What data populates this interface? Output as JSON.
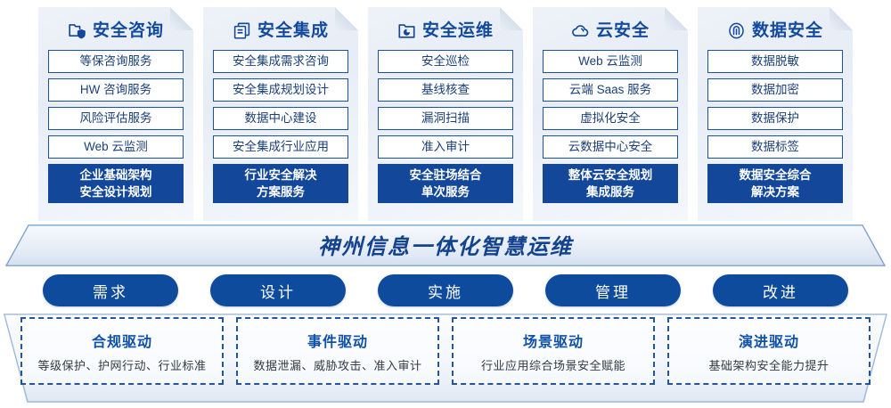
{
  "columns": [
    {
      "icon": "folder-shield-icon",
      "title": "安全咨询",
      "items": [
        "等保咨询服务",
        "HW 咨询服务",
        "风险评估服务",
        "Web 云监测"
      ],
      "summary": [
        "企业基础架构",
        "安全设计规划"
      ]
    },
    {
      "icon": "stacked-documents-icon",
      "title": "安全集成",
      "items": [
        "安全集成需求咨询",
        "安全集成规划设计",
        "数据中心建设",
        "安全集成行业应用"
      ],
      "summary": [
        "行业安全解决",
        "方案服务"
      ]
    },
    {
      "icon": "folder-chart-icon",
      "title": "安全运维",
      "items": [
        "安全巡检",
        "基线核查",
        "漏洞扫描",
        "准入审计"
      ],
      "summary": [
        "安全驻场结合",
        "单次服务"
      ]
    },
    {
      "icon": "cloud-icon",
      "title": "云安全",
      "items": [
        "Web 云监测",
        "云端 Saas 服务",
        "虚拟化安全",
        "云数据中心安全"
      ],
      "summary": [
        "整体云安全规划",
        "集成服务"
      ]
    },
    {
      "icon": "fingerprint-icon",
      "title": "数据安全",
      "items": [
        "数据脱敏",
        "数据加密",
        "数据保护",
        "数据标签"
      ],
      "summary": [
        "数据安全综合",
        "解决方案"
      ]
    }
  ],
  "banner": {
    "title": "神州信息一体化智慧运维"
  },
  "phases": [
    {
      "label": "需求"
    },
    {
      "label": "设计"
    },
    {
      "label": "实施"
    },
    {
      "label": "管理"
    },
    {
      "label": "改进"
    }
  ],
  "drivers": [
    {
      "title": "合规驱动",
      "subtitle": "等级保护、护网行动、行业标准"
    },
    {
      "title": "事件驱动",
      "subtitle": "数据泄漏、威胁攻击、准入审计"
    },
    {
      "title": "场景驱动",
      "subtitle": "行业应用综合场景安全赋能"
    },
    {
      "title": "演进驱动",
      "subtitle": "基础架构安全能力提升"
    }
  ],
  "colors": {
    "primary_blue": "#12479a",
    "title_blue": "#134a9e",
    "pill_blue": "#0e4b9c",
    "card_border": "#1b51a4",
    "dashed_border": "#24559f"
  }
}
